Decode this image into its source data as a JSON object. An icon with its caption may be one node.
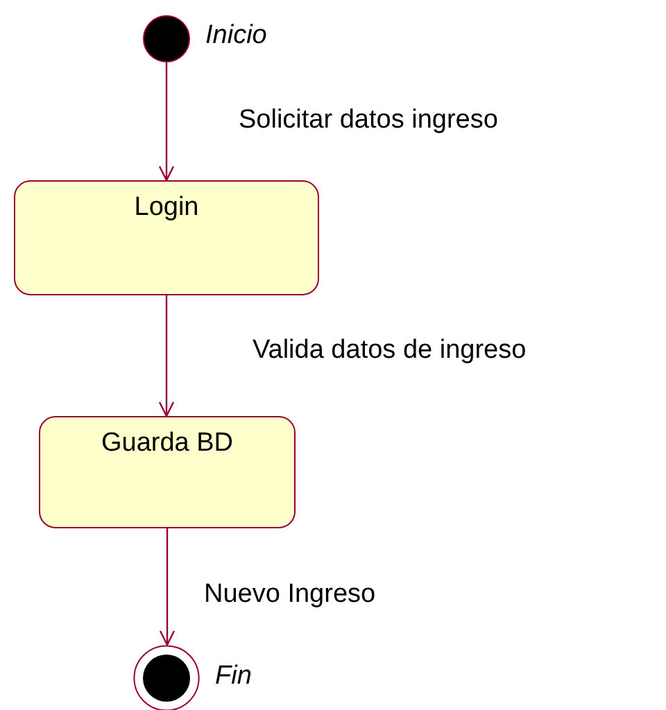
{
  "diagram": {
    "nodes": [
      {
        "text": [],
        "shape": "circle",
        "beside": [
          "Inicio"
        ]
      },
      {
        "text": [
          "Login"
        ]
      },
      {
        "text": [
          "Guarda BD"
        ]
      },
      {
        "text": [],
        "shape": "bullseye",
        "beside": [
          "Fin"
        ]
      }
    ],
    "edges": [
      {
        "from": 0,
        "to": 1,
        "arrow": "to",
        "label": "Solicitar datos ingreso"
      },
      {
        "from": 1,
        "to": 2,
        "arrow": "to",
        "label": "Valida datos de ingreso"
      },
      {
        "from": 2,
        "to": 3,
        "arrow": "to",
        "label": "Nuevo Ingreso"
      }
    ]
  }
}
